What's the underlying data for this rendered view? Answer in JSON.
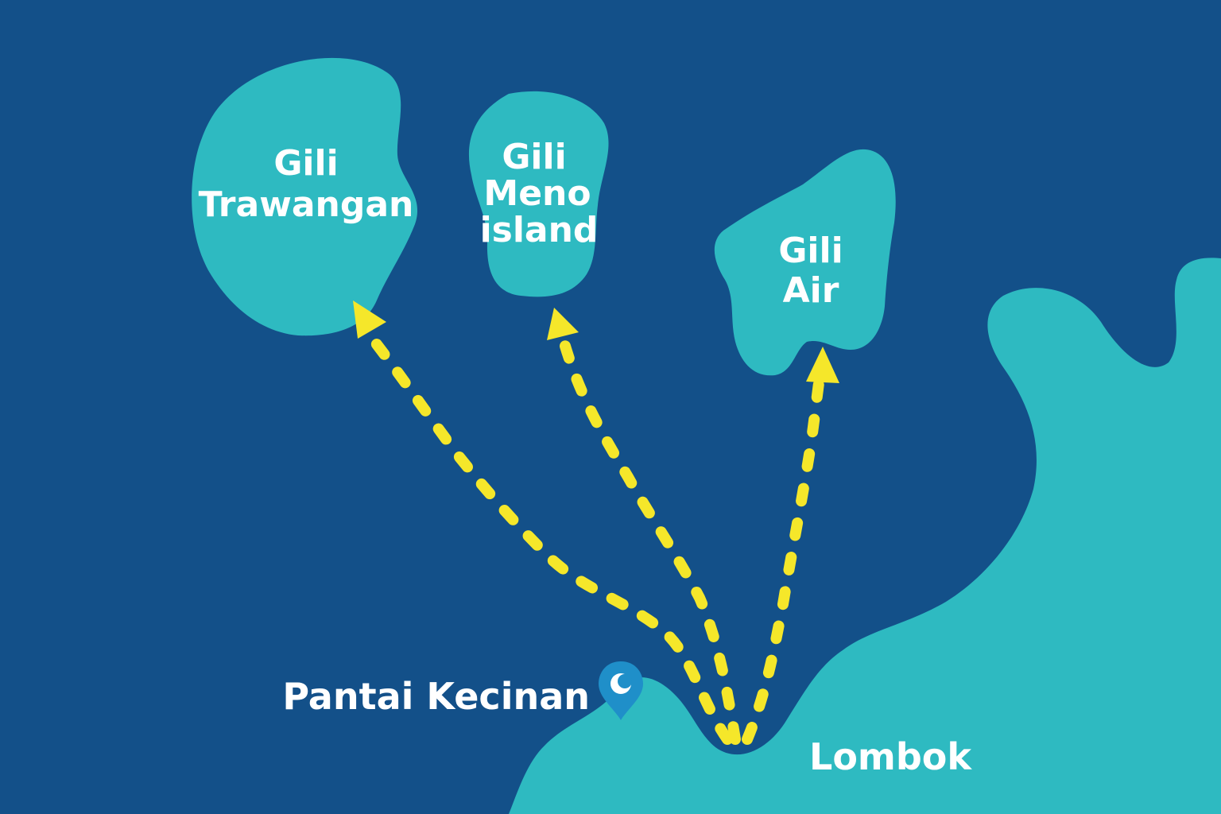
{
  "colors": {
    "sea": "#135089",
    "land": "#2ebac1",
    "route": "#f5e72a",
    "pin": "#1f8fc9",
    "text": "#ffffff"
  },
  "islands": {
    "trawangan": {
      "line1": "Gili",
      "line2": "Trawangan"
    },
    "meno": {
      "line1": "Gili",
      "line2": "Meno",
      "line3": "island"
    },
    "air": {
      "line1": "Gili",
      "line2": "Air"
    }
  },
  "mainland": {
    "name": "Lombok"
  },
  "departure": {
    "name": "Pantai Kecinan",
    "icon": "location-pin-icon"
  },
  "routes": [
    {
      "from": "Pantai Kecinan",
      "to": "Gili Trawangan"
    },
    {
      "from": "Pantai Kecinan",
      "to": "Gili Meno island"
    },
    {
      "from": "Pantai Kecinan",
      "to": "Gili Air"
    }
  ]
}
